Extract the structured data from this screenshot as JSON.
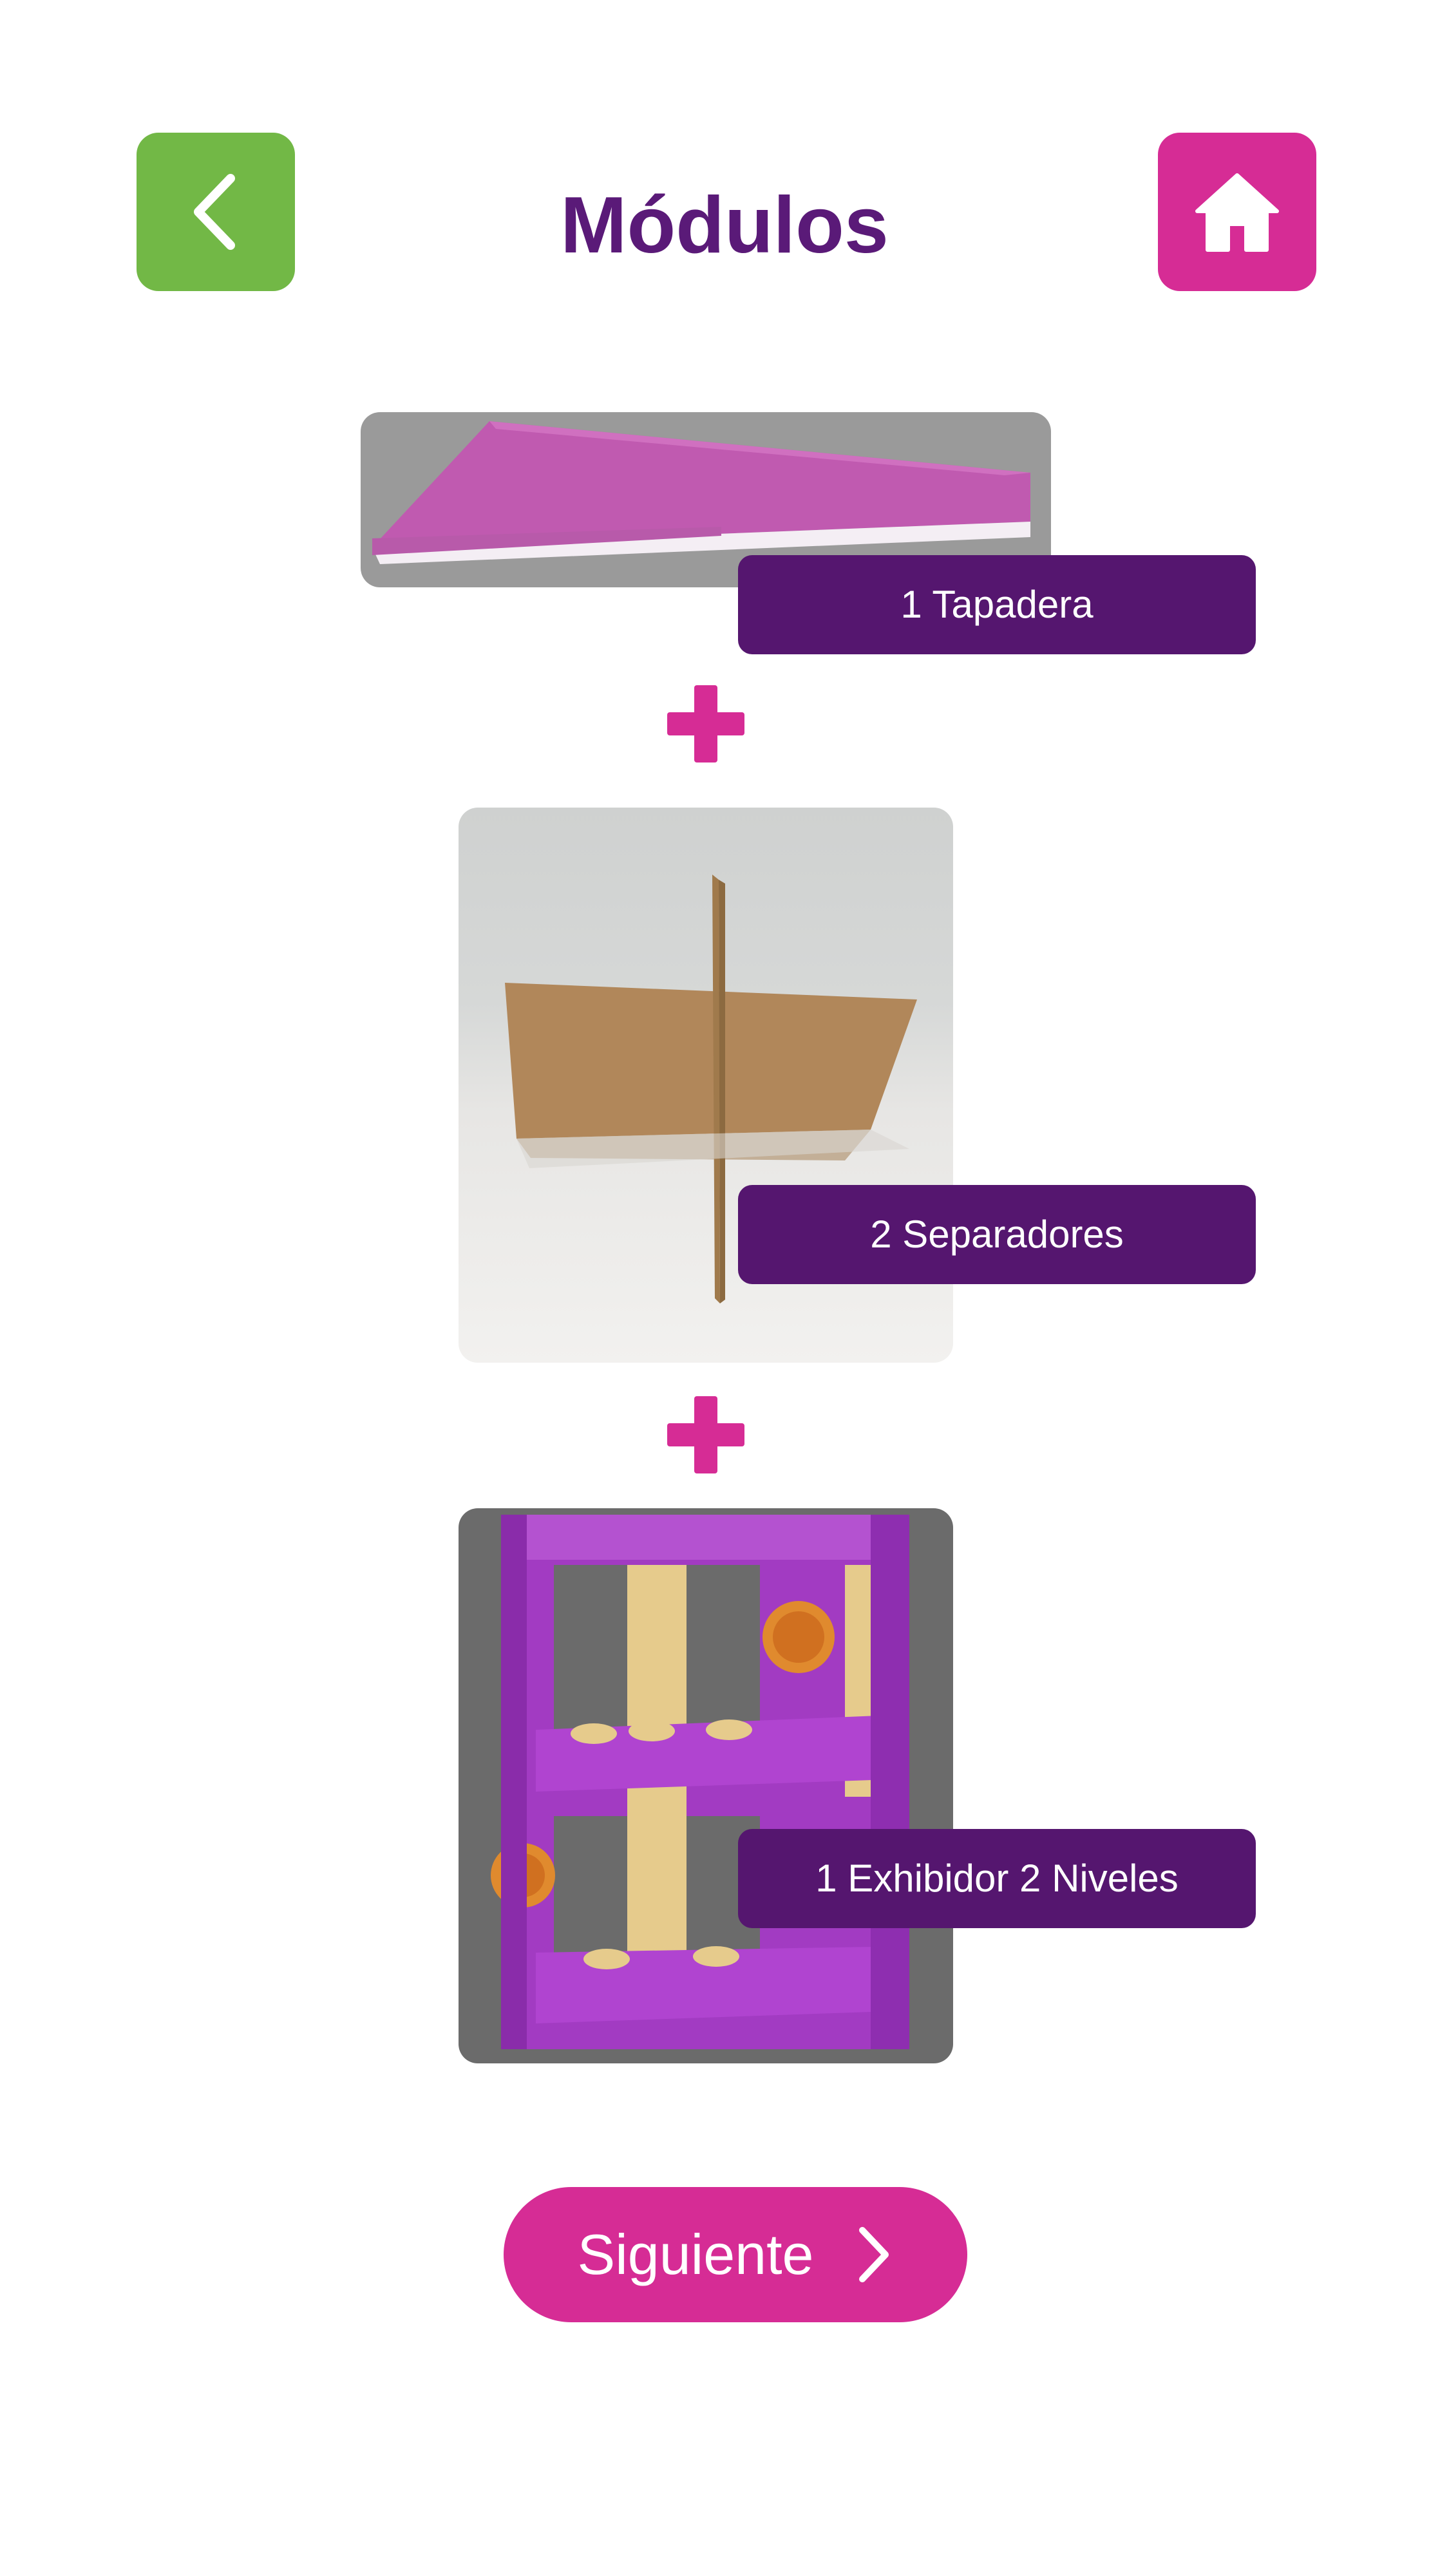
{
  "header": {
    "title": "Módulos",
    "back_icon": "chevron-left-icon",
    "home_icon": "home-icon"
  },
  "modules": [
    {
      "label": "1 Tapadera"
    },
    {
      "label": "2 Separadores"
    },
    {
      "label": "1 Exhibidor 2 Niveles"
    }
  ],
  "separator_icon": "plus-icon",
  "footer": {
    "next_label": "Siguiente",
    "next_icon": "chevron-right-icon"
  },
  "colors": {
    "title": "#5a1a78",
    "back_button": "#72b846",
    "home_button": "#d62c95",
    "label_bg": "#55166f",
    "plus": "#d62c95",
    "next_button": "#d62c95",
    "background": "#ffffff"
  }
}
